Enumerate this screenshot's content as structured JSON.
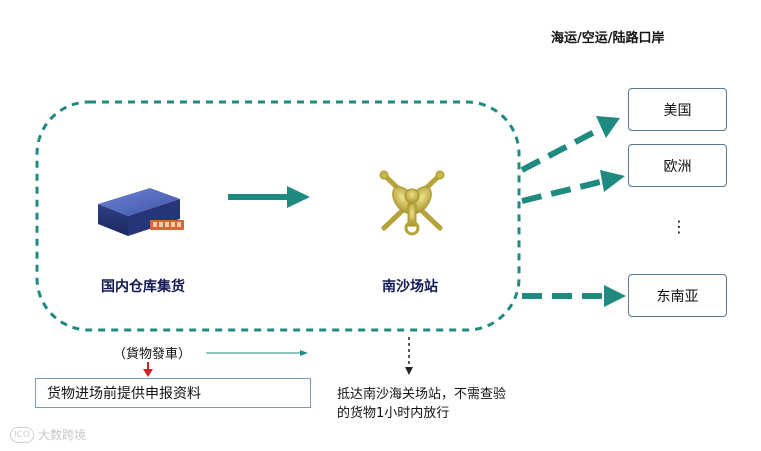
{
  "header": {
    "title": "海运/空运/陆路口岸"
  },
  "nodes": {
    "domestic_warehouse": "国内仓库集货",
    "nansha_station": "南沙场站"
  },
  "destinations": {
    "usa": "美国",
    "europe": "欧洲",
    "ellipsis": "⋮",
    "southeast_asia": "东南亚"
  },
  "notes": {
    "goods_dispatch": "（貨物發車）",
    "declaration": "货物进场前提供申报资料",
    "release_line1": "抵达南沙海关场站，不需查验",
    "release_line2": "的货物1小时内放行"
  },
  "watermark": {
    "logo_text": "ICO",
    "text": "大数跨境"
  },
  "colors": {
    "teal": "#1f8a7f",
    "navy_text": "#111a55",
    "box_border": "#5a7893",
    "red_arrow": "#cc2222",
    "server_blue": "#3a4fa0",
    "emblem_gold": "#c8b84a"
  }
}
